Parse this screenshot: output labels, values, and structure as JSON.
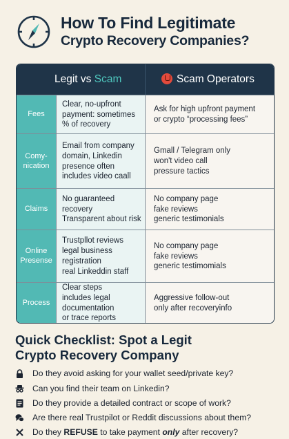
{
  "header": {
    "title_line1": "How To Find Legitimate",
    "title_line2": "Crypto Recovery Companies?"
  },
  "table": {
    "header_legit_prefix": "Legit vs ",
    "header_legit_scam": "Scam",
    "header_scam": "Scam Operators",
    "rows": [
      {
        "label": [
          "Fees"
        ],
        "legit": [
          "Clear, no-upfront",
          "payment: sometimes",
          "% of recovery"
        ],
        "scam": [
          "Ask for high upfront payment",
          "or crypto “processing fees”"
        ]
      },
      {
        "label": [
          "Comy-",
          "nication"
        ],
        "legit": [
          "Email from company",
          "domain, Linkedin",
          "presence  often",
          "includes video caall"
        ],
        "scam": [
          "Gmall / Telegram only",
          "won't video call",
          "pressure tactics"
        ]
      },
      {
        "label": [
          "Claims"
        ],
        "legit": [
          "No guaranteed",
          "recovery",
          "Transparent about risk"
        ],
        "scam": [
          "No company page",
          "fake reviews",
          "generic testimonials"
        ]
      },
      {
        "label": [
          "Online",
          "Presense"
        ],
        "legit": [
          "Trustpllot reviews",
          "legal business",
          "registration",
          "real Linkeddin staff"
        ],
        "scam": [
          "No company page",
          "fake reviews",
          "generic testimomials"
        ]
      },
      {
        "label": [
          "Process"
        ],
        "legit": [
          "Clear steps",
          "includes legal",
          "documentation",
          "or trace reports"
        ],
        "scam": [
          "Aggressive follow-out",
          "only after recoveryinfo"
        ]
      }
    ]
  },
  "checklist": {
    "title_line1": "Quick Checklist: Spot a Legit",
    "title_line2": "Crypto Recovery Company",
    "items": [
      {
        "icon": "lock-icon",
        "text": "Do they avoid asking for your wallet seed/private key?"
      },
      {
        "icon": "detective-icon",
        "text": "Can you find their team on Linkedin?"
      },
      {
        "icon": "document-icon",
        "text": "Do they provide a detailed contract or scope of work?"
      },
      {
        "icon": "chat-bubbles-icon",
        "text": "Are there real Trustpilot or Reddit discussions about them?"
      },
      {
        "icon": "cross-icon",
        "text_pre": "Do they ",
        "text_bold": "REFUSE",
        "text_mid": " to take payment ",
        "text_em": "only",
        "text_post": " after recovery?"
      }
    ]
  },
  "colors": {
    "background": "#f6f1e6",
    "navy": "#1f3448",
    "teal": "#52b9b4",
    "scam_red": "#e34a3c"
  }
}
